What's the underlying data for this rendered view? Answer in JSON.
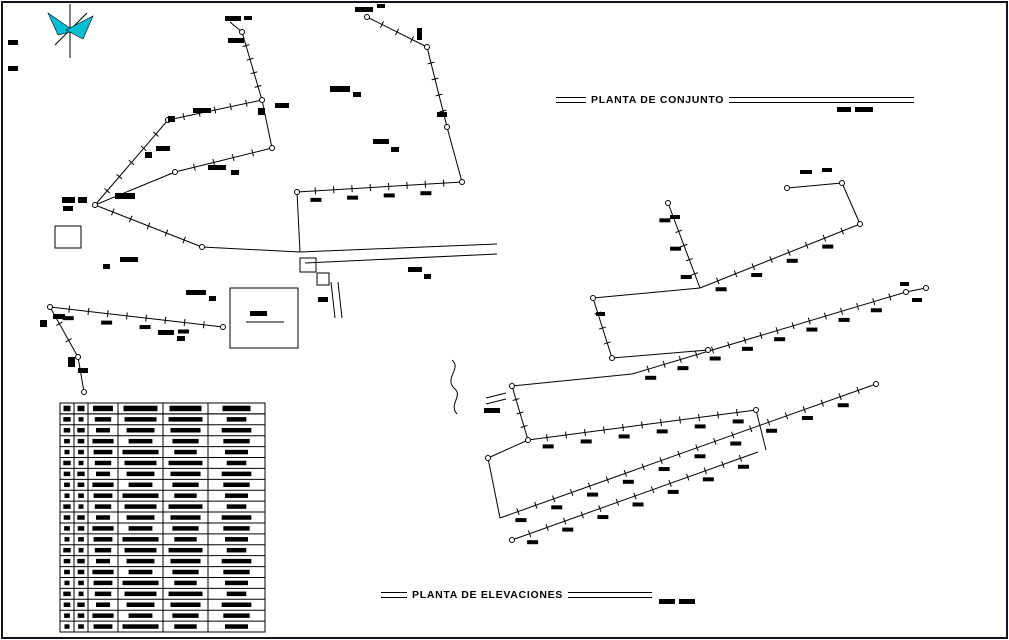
{
  "sheet": {
    "background": "#ffffff",
    "border_color": "#14141e",
    "line_color": "#000000"
  },
  "north_arrow": {
    "icon": "compass-north-arrow",
    "colors": {
      "star": "#00bfd4",
      "needle": "#cc2a2a",
      "line": "#000000"
    }
  },
  "titles": {
    "conjunto": {
      "label": "PLANTA DE CONJUNTO"
    },
    "elevaciones": {
      "label": "PLANTA DE ELEVACIONES"
    }
  },
  "table": {
    "rows": 21,
    "columns": 6
  }
}
